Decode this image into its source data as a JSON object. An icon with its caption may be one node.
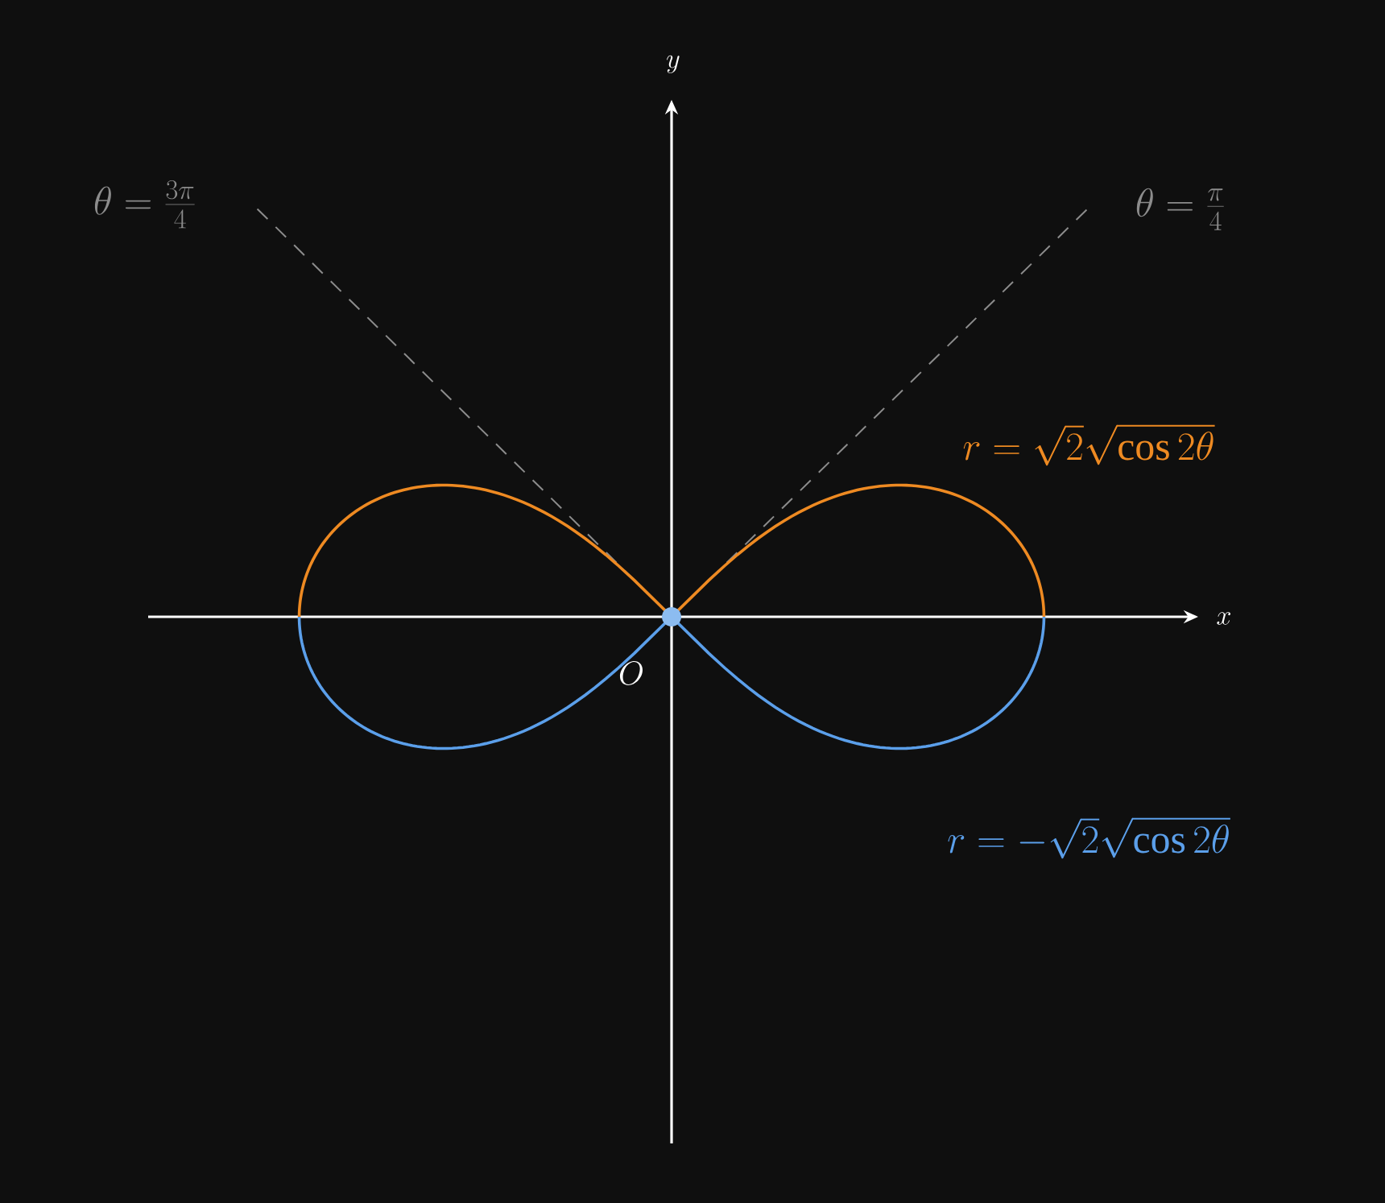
{
  "diagram": {
    "labels": [
      "y",
      "\\theta = \\frac{3\\pi}{4}",
      "\\theta = \\frac{\\pi}{4}",
      "r = \\sqrt{2}\\sqrt{\\cos 2\\theta}",
      "x",
      "O",
      "r = -\\sqrt{2}\\sqrt{\\cos 2\\theta}"
    ]
  }
}
